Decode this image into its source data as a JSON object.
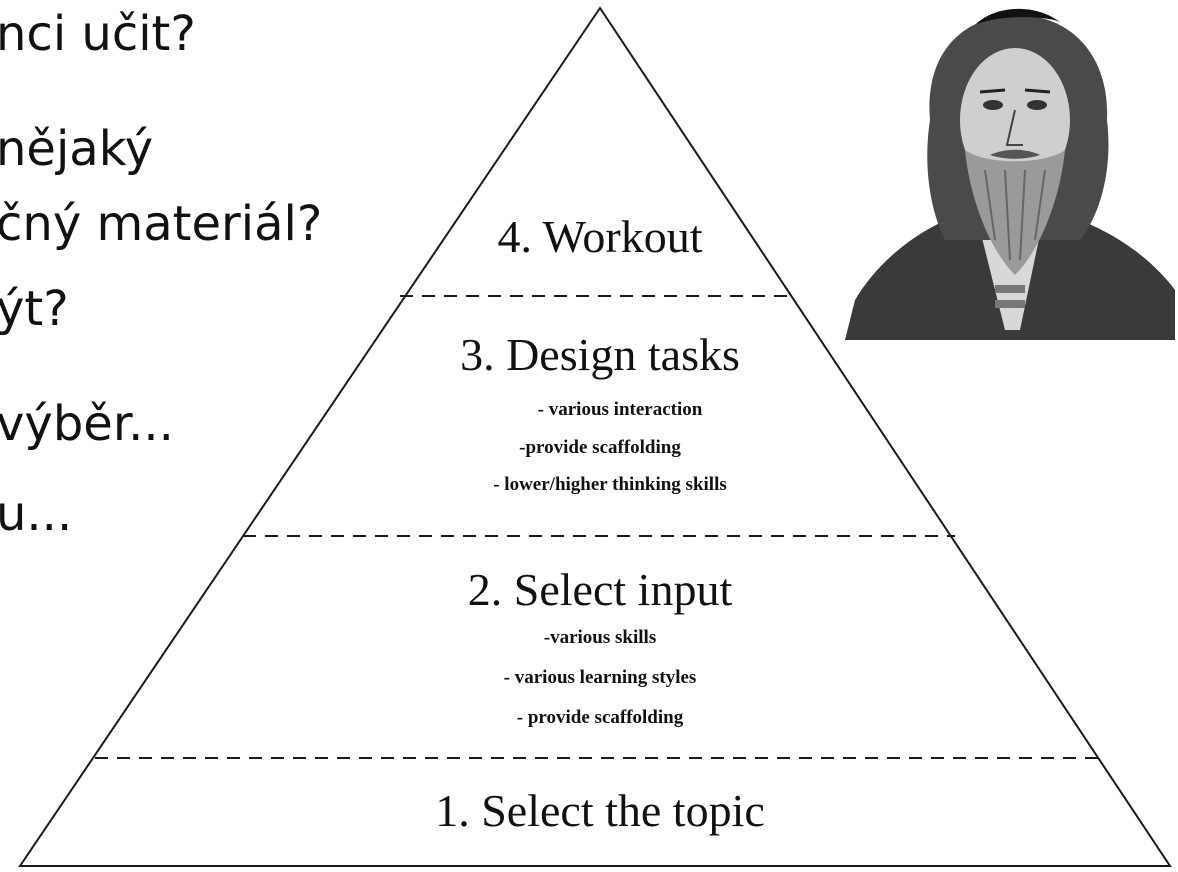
{
  "left_text": {
    "lines": [
      "nci učit?",
      "nějaký",
      "čný materiál?",
      "ýt?",
      "výběr...",
      "u..."
    ]
  },
  "pyramid": {
    "levels": [
      {
        "title": "4. Workout",
        "items": []
      },
      {
        "title": "3. Design tasks",
        "items": [
          "- various interaction",
          "-provide scaffolding",
          "- lower/higher thinking skills"
        ]
      },
      {
        "title": "2. Select input",
        "items": [
          "-various skills",
          "- various learning styles",
          "- provide scaffolding"
        ]
      },
      {
        "title": "1. Select the topic",
        "items": []
      }
    ]
  },
  "portrait": {
    "icon": "portrait-engraving",
    "colors": {
      "ink": "#2a2a2a",
      "background": "#ffffff"
    }
  }
}
